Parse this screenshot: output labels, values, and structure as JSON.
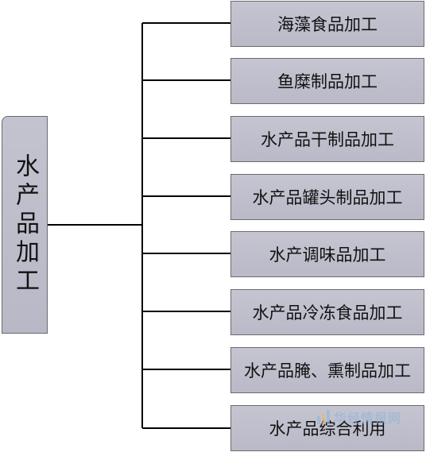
{
  "diagram": {
    "root": {
      "label": "水产品加工"
    },
    "children": [
      {
        "label": "海藻食品加工"
      },
      {
        "label": "鱼糜制品加工"
      },
      {
        "label": "水产品干制品加工"
      },
      {
        "label": "水产品罐头制品加工"
      },
      {
        "label": "水产调味品加工"
      },
      {
        "label": "水产品冷冻食品加工"
      },
      {
        "label": "水产品腌、熏制品加工"
      },
      {
        "label": "水产品综合利用"
      }
    ]
  },
  "watermark": {
    "text": "华经情报网"
  },
  "colors": {
    "box_fill": "#bdbdca",
    "box_border": "#6b6b6b",
    "connector": "#000000",
    "watermark": "#8fb4d6"
  }
}
